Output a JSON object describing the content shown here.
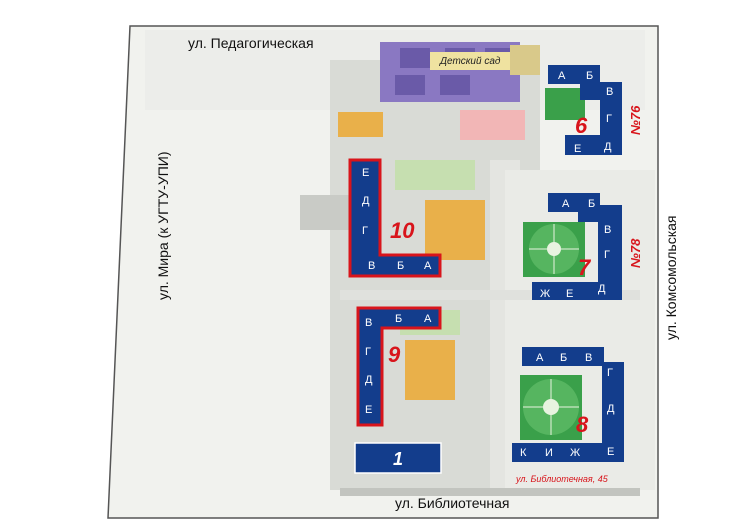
{
  "streets": {
    "pedagogicheskaya": "ул. Педагогическая",
    "mira": "ул. Мира (к УГТУ-УПИ)",
    "komsomolskaya": "ул. Комсомольская",
    "bibliotechnaya": "ул. Библиотечная"
  },
  "landmarks": {
    "kindergarten": "Детский сад"
  },
  "buildings": {
    "b1": {
      "number": "1"
    },
    "b6": {
      "number": "6",
      "address": "№76",
      "sections": [
        "А",
        "Б",
        "В",
        "Г",
        "Д",
        "Е"
      ]
    },
    "b7": {
      "number": "7",
      "address": "№78",
      "sections": [
        "А",
        "Б",
        "В",
        "Г",
        "Д",
        "Е",
        "Ж"
      ]
    },
    "b8": {
      "number": "8",
      "address": "ул. Библиотечная, 45",
      "sections": [
        "А",
        "Б",
        "В",
        "Г",
        "Д",
        "Е",
        "Ж",
        "И",
        "К"
      ]
    },
    "b9": {
      "number": "9",
      "sections": [
        "А",
        "Б",
        "В",
        "Г",
        "Д",
        "Е"
      ]
    },
    "b10": {
      "number": "10",
      "sections": [
        "А",
        "Б",
        "В",
        "Г",
        "Д",
        "Е"
      ]
    }
  },
  "colors": {
    "building": "#133d8c",
    "building_outline": "#d8141b",
    "label_red": "#d8141b",
    "park_green": "#3aa04a",
    "site_grey": "#d9dbd6",
    "kindergarten_purple": "#8a78c2"
  }
}
